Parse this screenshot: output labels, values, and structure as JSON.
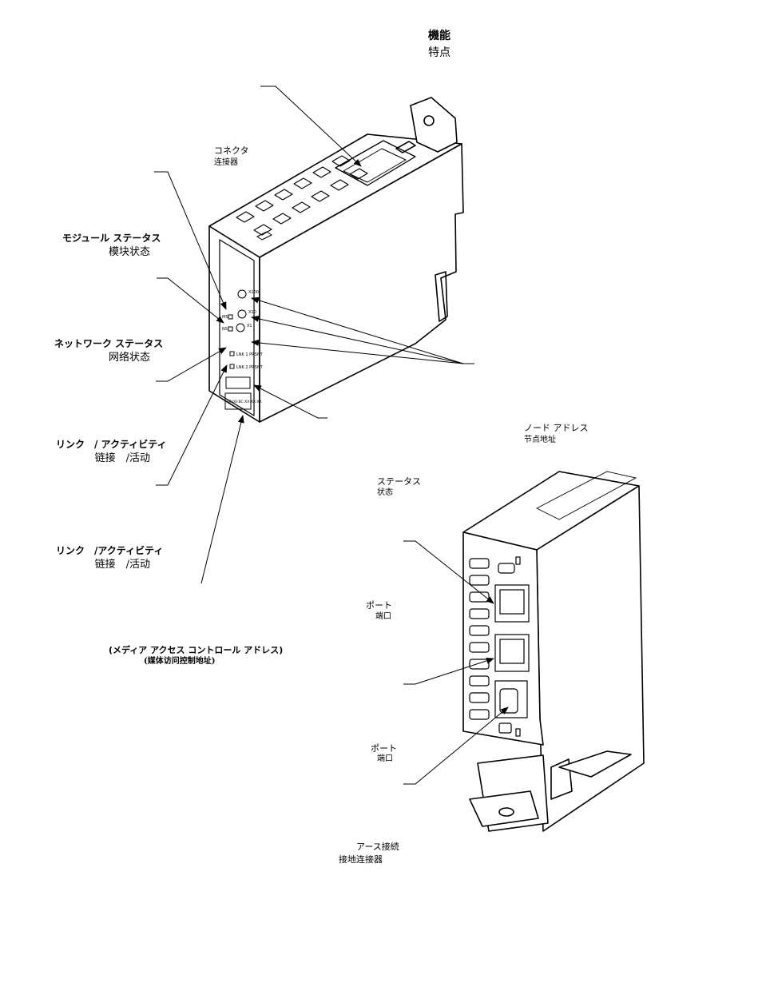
{
  "title": {
    "ja": "機能",
    "zh": "特点"
  },
  "labels": {
    "connector": {
      "ja": "コネクタ",
      "zh": "连接器"
    },
    "module_status": {
      "ja": "モジュール ステータス",
      "zh": "模块状态"
    },
    "network_status": {
      "ja": "ネットワーク ステータス",
      "zh": "网络状态"
    },
    "link1": {
      "ja": "リンク　/ アクティビティ",
      "zh": "链接　/活动"
    },
    "link2": {
      "ja": "リンク　/アクティビティ",
      "zh": "链接　/活动"
    },
    "mac": {
      "ja": "(メディア アクセス コントロール アドレス)",
      "zh": "(媒体访问控制地址)"
    },
    "node_address": {
      "ja": "ノード アドレス",
      "zh": "节点地址"
    },
    "status": {
      "ja": "ステータス",
      "zh": "状态"
    },
    "port1": {
      "ja": "ポート",
      "zh": "端口"
    },
    "port2": {
      "ja": "ポート",
      "zh": "端口"
    },
    "ground": {
      "ja": "アース接続",
      "zh": "接地连接器"
    }
  },
  "device_front_text": {
    "mod_led": "MS",
    "net_led": "NS",
    "link1": "LNK 1 PRSNT",
    "link2": "LNK 2 PRSNT",
    "switch1": "X100",
    "switch2": "X10",
    "switch3": "X1",
    "mac_label": "00:00:BC:XX:XX:XX"
  }
}
